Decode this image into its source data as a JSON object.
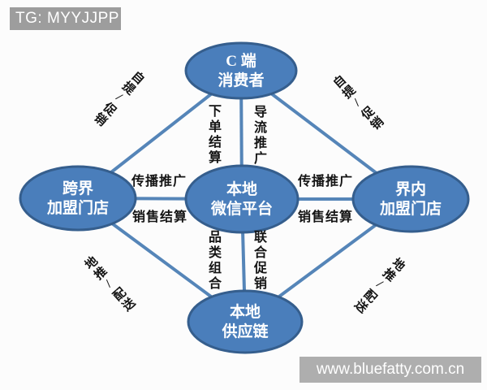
{
  "badge": {
    "text": "TG: MYYJJPP"
  },
  "watermark": {
    "text": "www.bluefatty.com.cn"
  },
  "colors": {
    "node_fill": "#4a7ebb",
    "node_stroke": "#355e8d",
    "connector_line": "#5585b8",
    "badge_bg": "#9d9d9d",
    "watermark_bg": "#aeaeae",
    "node_text": "#ffffff",
    "edge_label_text": "#141414"
  },
  "nodes": {
    "consumer": {
      "line1": "C 端",
      "line2": "消费者"
    },
    "crossover_store": {
      "line1": "跨界",
      "line2": "加盟门店"
    },
    "wechat_platform": {
      "line1": "本地",
      "line2": "微信平台"
    },
    "industry_store": {
      "line1": "界内",
      "line2": "加盟门店"
    },
    "supply_chain": {
      "line1": "本地",
      "line2": "供应链"
    }
  },
  "edges": {
    "order_settlement": "下单结算",
    "traffic_promotion": "导流推广",
    "spread_promotion_left": "传播推广",
    "sales_settlement_left": "销售结算",
    "spread_promotion_right": "传播推广",
    "sales_settlement_right": "销售结算",
    "category_mix": "品类组合",
    "joint_promotion": "联合促销",
    "self_pickup_promotion_left": "自提/促销",
    "self_pickup_promotion_right": "自提/促销",
    "ground_push_delivery_left": "地推/配送",
    "ground_push_delivery_right": "地推/配送"
  }
}
